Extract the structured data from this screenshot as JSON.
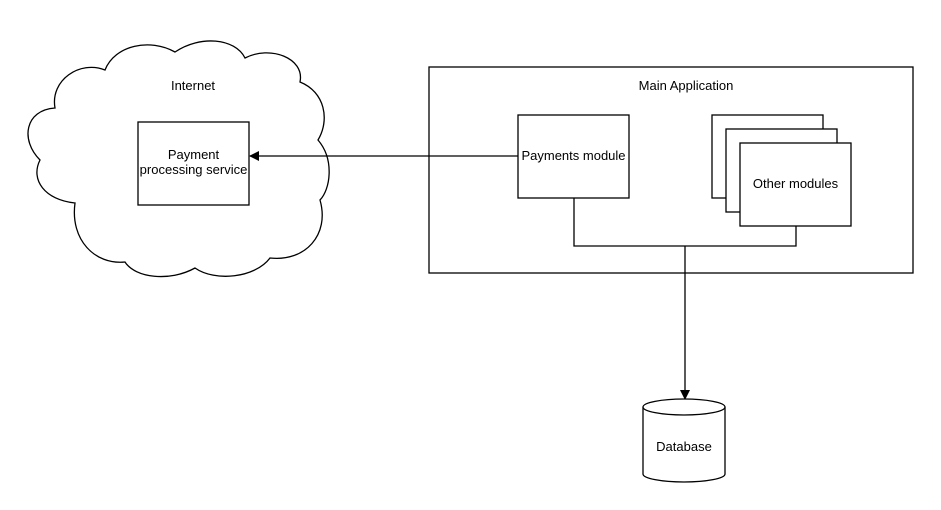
{
  "colors": {
    "stroke": "#000000",
    "fill": "#ffffff",
    "text": "#000000"
  },
  "internet": {
    "label": "Internet",
    "service": {
      "line1": "Payment",
      "line2": "processing service"
    }
  },
  "main_app": {
    "label": "Main Application",
    "payments_module": "Payments module",
    "other_modules": "Other modules"
  },
  "database": {
    "label": "Database"
  }
}
